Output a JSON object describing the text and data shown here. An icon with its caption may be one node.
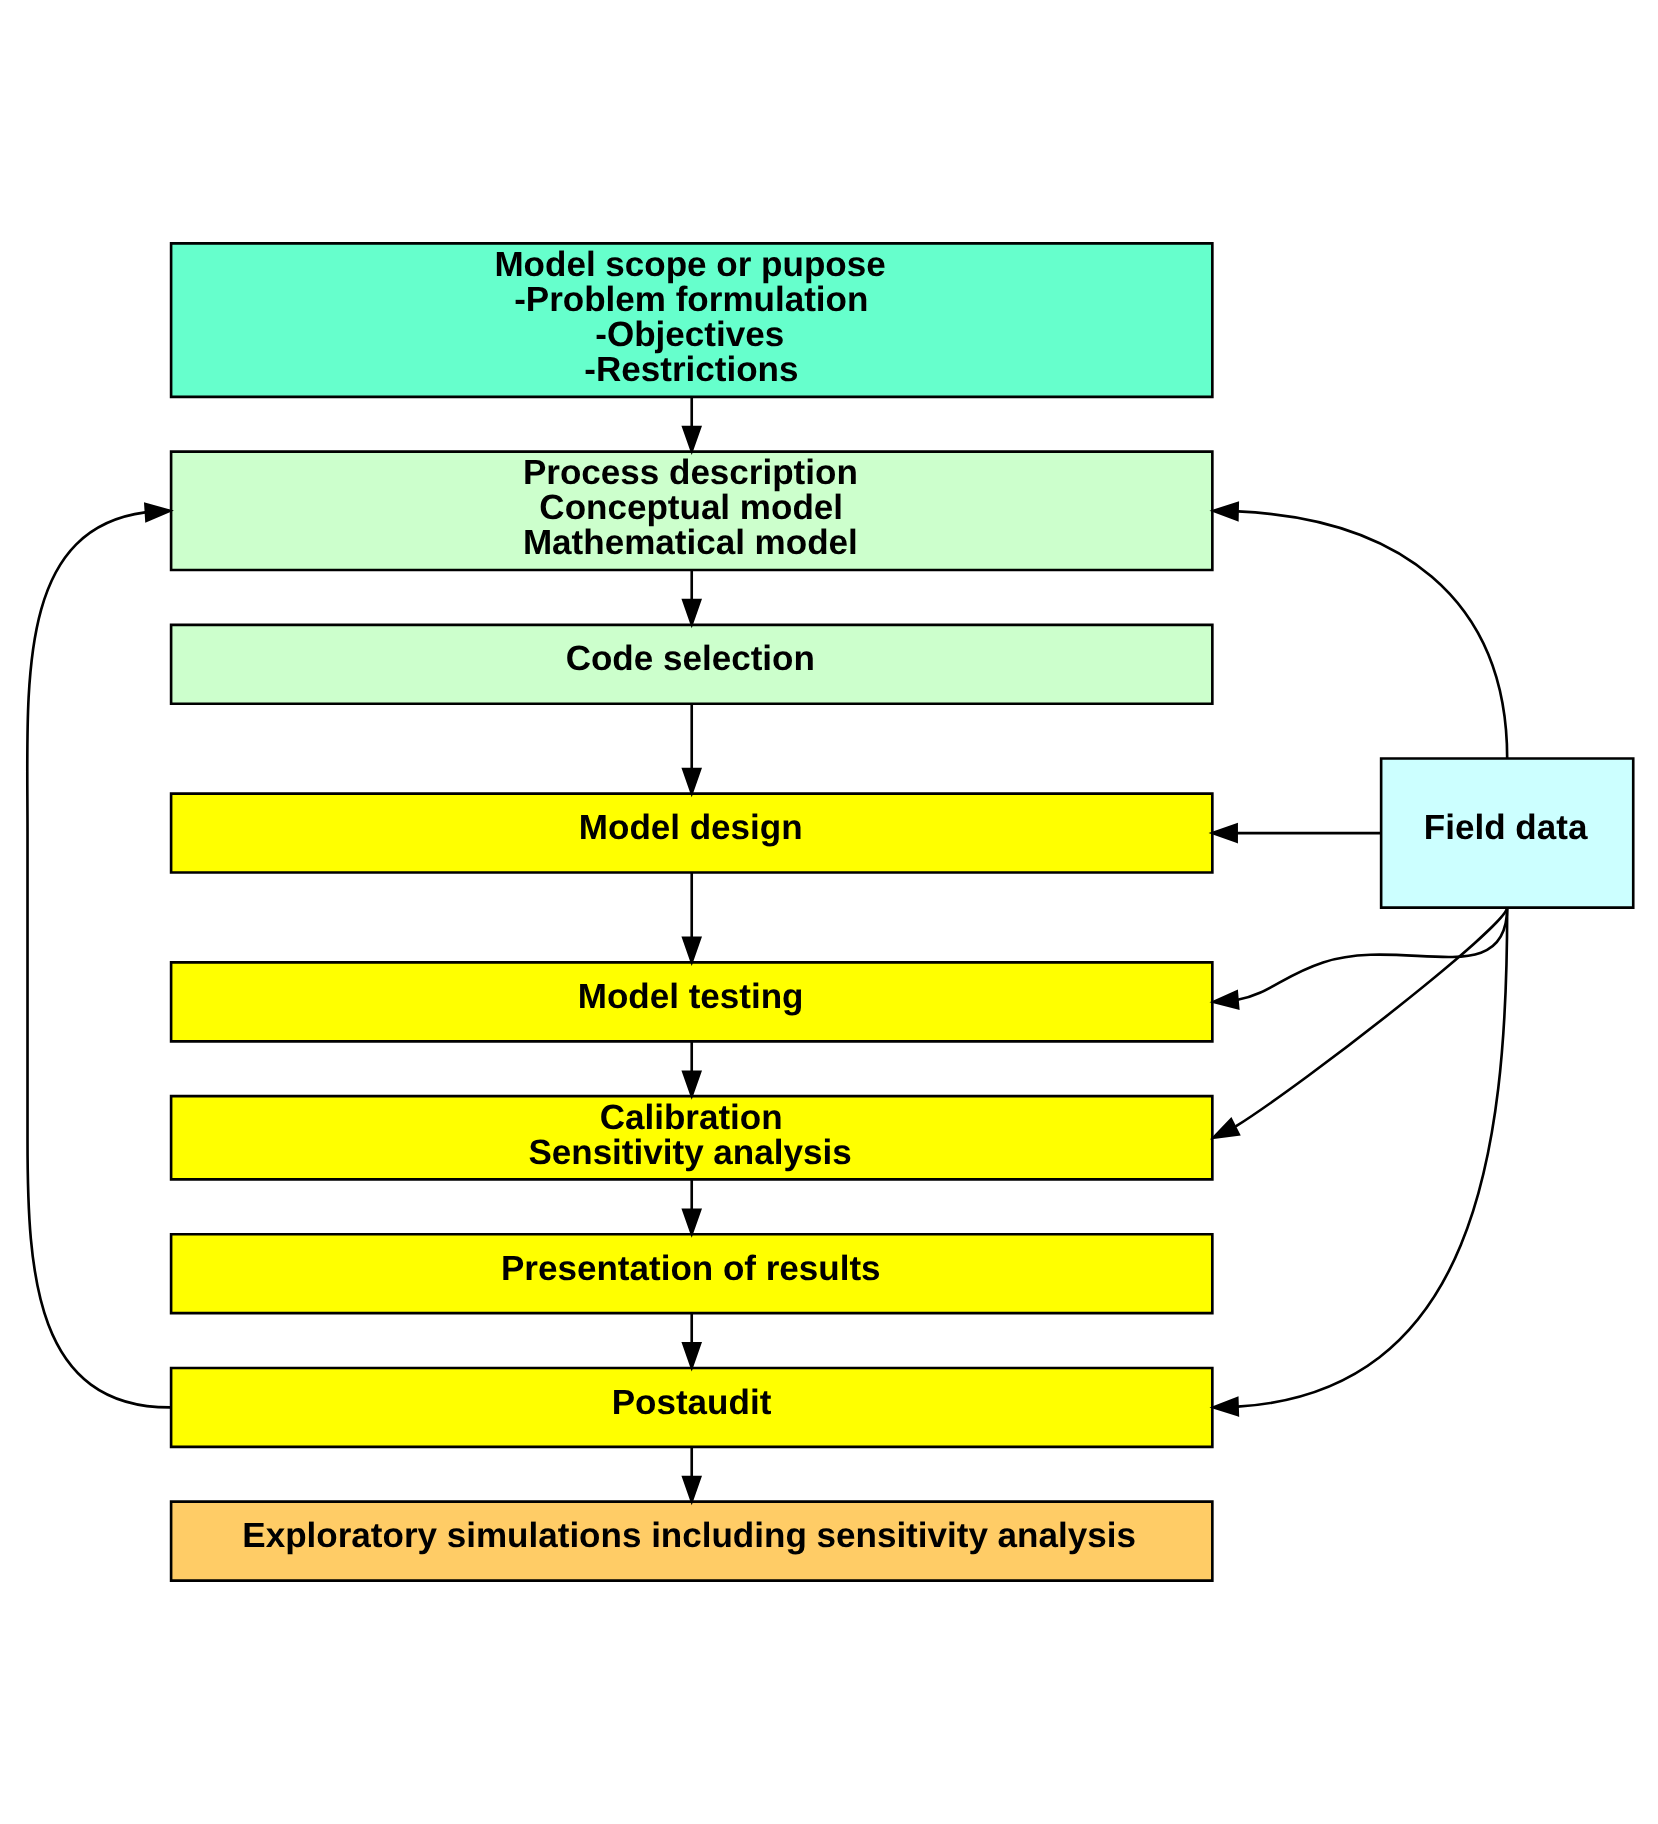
{
  "diagram": {
    "nodes": [
      {
        "text": [
          "Model scope or pupose",
          "-Problem formulation",
          "-Objectives",
          "-Restrictions"
        ]
      },
      {
        "text": [
          "Process description",
          "Conceptual model",
          "Mathematical model"
        ]
      },
      {
        "text": [
          "Code selection"
        ]
      },
      {
        "text": [
          "Model design"
        ]
      },
      {
        "text": [
          "Model testing"
        ]
      },
      {
        "text": [
          "Calibration",
          "Sensitivity analysis"
        ]
      },
      {
        "text": [
          "Presentation of results"
        ]
      },
      {
        "text": [
          "Postaudit"
        ]
      },
      {
        "text": [
          "Exploratory simulations including sensitivity analysis"
        ]
      },
      {
        "text": [
          "Field data"
        ]
      }
    ],
    "edges": [
      {
        "from": 0,
        "to": 1,
        "arrow": "to"
      },
      {
        "from": 1,
        "to": 2,
        "arrow": "to"
      },
      {
        "from": 2,
        "to": 3,
        "arrow": "to"
      },
      {
        "from": 3,
        "to": 4,
        "arrow": "to"
      },
      {
        "from": 4,
        "to": 5,
        "arrow": "to"
      },
      {
        "from": 5,
        "to": 6,
        "arrow": "to"
      },
      {
        "from": 6,
        "to": 7,
        "arrow": "to"
      },
      {
        "from": 7,
        "to": 8,
        "arrow": "to"
      },
      {
        "from": 7,
        "to": 1,
        "arrow": "to"
      },
      {
        "from": 9,
        "to": 1,
        "arrow": "to"
      },
      {
        "from": 9,
        "to": 3,
        "arrow": "to"
      },
      {
        "from": 9,
        "to": 4,
        "arrow": "to"
      },
      {
        "from": 9,
        "to": 5,
        "arrow": "to"
      },
      {
        "from": 9,
        "to": 7,
        "arrow": "to"
      }
    ]
  }
}
